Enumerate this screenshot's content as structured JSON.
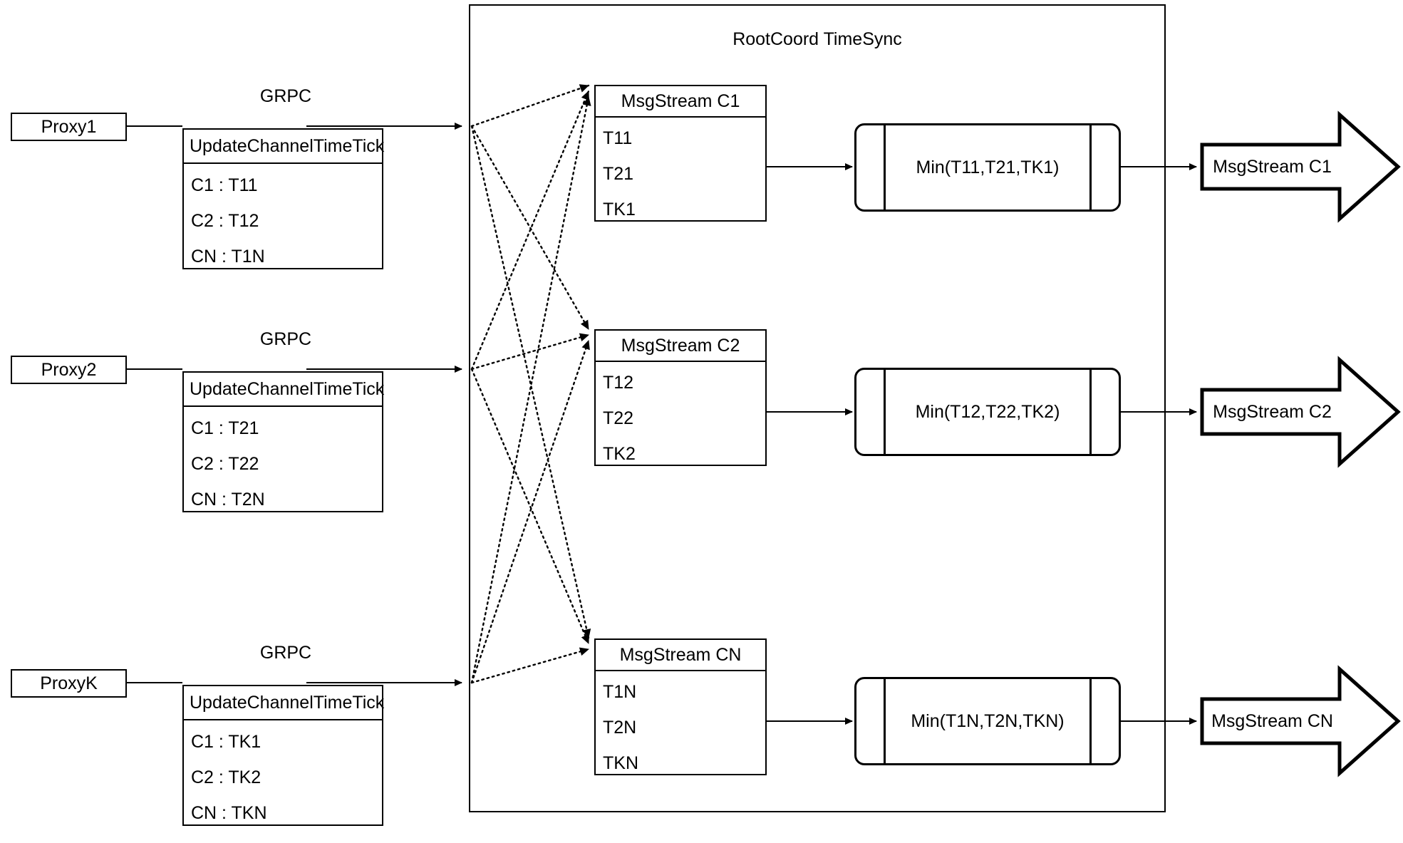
{
  "diagram": {
    "title": "RootCoord TimeSync",
    "colors": {
      "stroke": "#000000",
      "background": "#ffffff"
    }
  },
  "proxies": [
    {
      "name": "Proxy1",
      "link_label": "GRPC",
      "request": {
        "title": "UpdateChannelTimeTick",
        "rows": [
          "C1 :  T11",
          "C2 :  T12",
          "CN : T1N"
        ]
      }
    },
    {
      "name": "Proxy2",
      "link_label": "GRPC",
      "request": {
        "title": "UpdateChannelTimeTick",
        "rows": [
          "C1 :  T21",
          "C2 :  T22",
          "CN : T2N"
        ]
      }
    },
    {
      "name": "ProxyK",
      "link_label": "GRPC",
      "request": {
        "title": "UpdateChannelTimeTick",
        "rows": [
          "C1 :  TK1",
          "C2 :  TK2",
          "CN : TKN"
        ]
      }
    }
  ],
  "channels": [
    {
      "stream": {
        "title": "MsgStream C1",
        "rows": [
          "T11",
          "T21",
          "TK1"
        ]
      },
      "process": "Min(T11,T21,TK1)",
      "output": "MsgStream C1"
    },
    {
      "stream": {
        "title": "MsgStream C2",
        "rows": [
          "T12",
          "T22",
          "TK2"
        ]
      },
      "process": "Min(T12,T22,TK2)",
      "output": "MsgStream C2"
    },
    {
      "stream": {
        "title": "MsgStream CN",
        "rows": [
          "T1N",
          "T2N",
          "TKN"
        ]
      },
      "process": "Min(T1N,T2N,TKN)",
      "output": "MsgStream CN"
    }
  ]
}
